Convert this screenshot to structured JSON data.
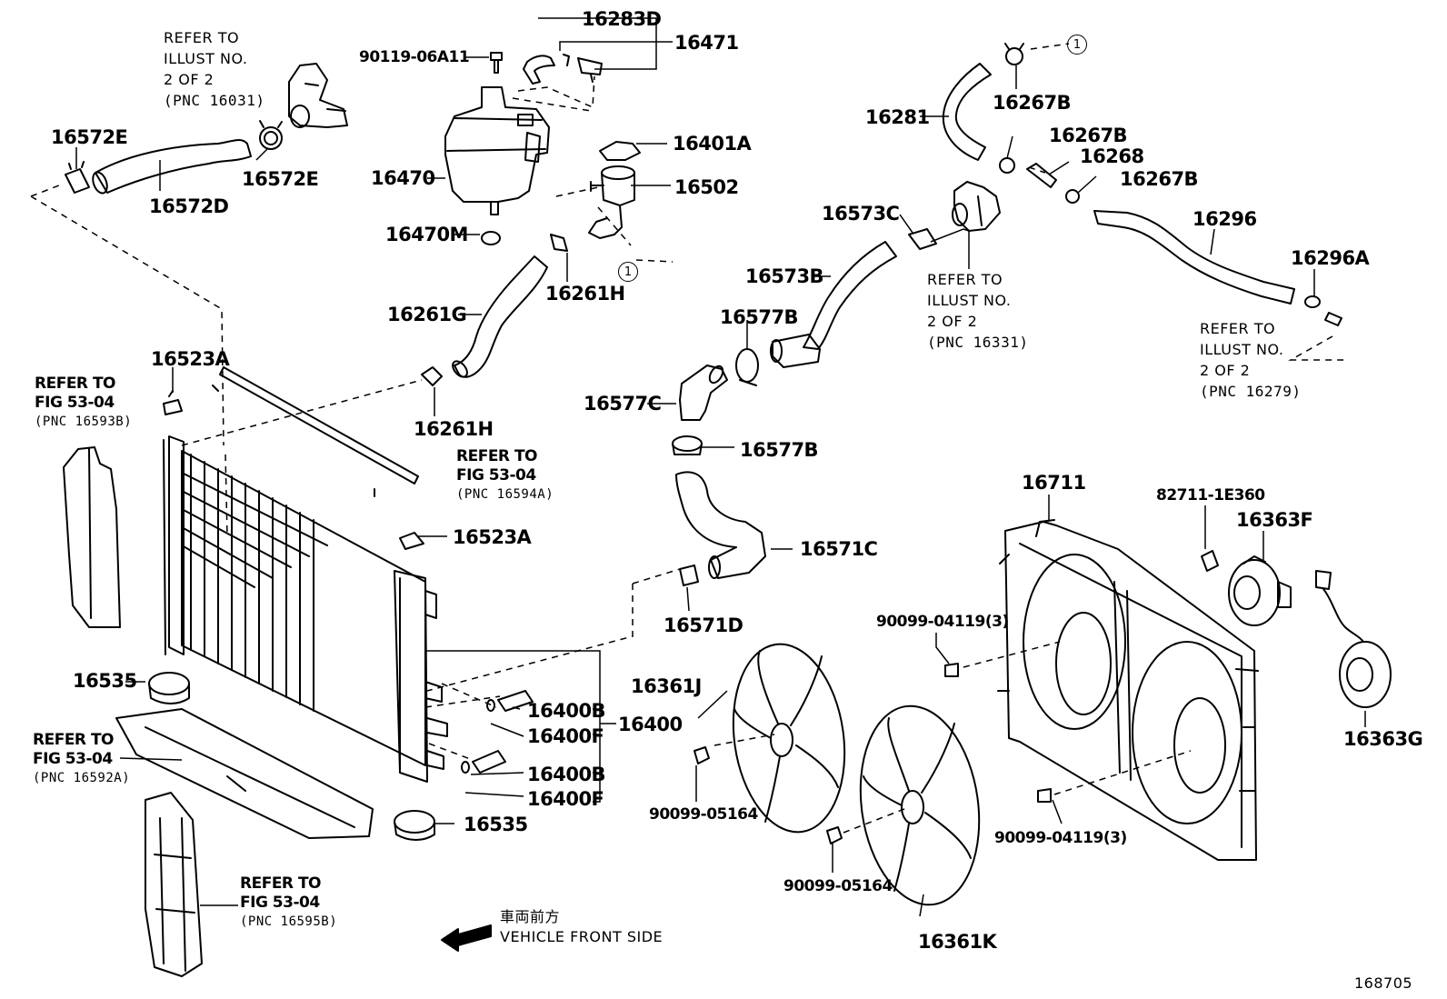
{
  "labels": {
    "l16283d": "16283D",
    "l16471": "16471",
    "l90119": "90119-06A11",
    "l16572e_a": "16572E",
    "l16572e_b": "16572E",
    "l16572d": "16572D",
    "l16470": "16470",
    "l16401a": "16401A",
    "l16502": "16502",
    "l16470m": "16470M",
    "l16261h_a": "16261H",
    "l16261g": "16261G",
    "l16261h_b": "16261H",
    "l16523a_a": "16523A",
    "l16523a_b": "16523A",
    "l16281": "16281",
    "l16267b_a": "16267B",
    "l16267b_b": "16267B",
    "l16268": "16268",
    "l16267b_c": "16267B",
    "l16296": "16296",
    "l16296a": "16296A",
    "l16573c": "16573C",
    "l16573b": "16573B",
    "l16577b_a": "16577B",
    "l16577c": "16577C",
    "l16577b_b": "16577B",
    "l16571c": "16571C",
    "l16571d": "16571D",
    "l16711": "16711",
    "l82711": "82711-1E360",
    "l16363f": "16363F",
    "l90099_04119_a": "90099-04119(3)",
    "l16361j": "16361J",
    "l90099_05164_a": "90099-05164",
    "l16363g": "16363G",
    "l90099_04119_b": "90099-04119(3)",
    "l90099_05164_b": "90099-05164",
    "l16361k": "16361K",
    "l16535_a": "16535",
    "l16535_b": "16535",
    "l16400b_a": "16400B",
    "l16400f_a": "16400F",
    "l16400": "16400",
    "l16400b_b": "16400B",
    "l16400f_b": "16400F",
    "figure_no": "168705"
  },
  "refs": {
    "r16031": [
      "REFER TO",
      "ILLUST NO.",
      "2 OF 2",
      "(PNC 16031)"
    ],
    "r16331": [
      "REFER TO",
      "ILLUST NO.",
      "2 OF 2",
      "(PNC 16331)"
    ],
    "r16279": [
      "REFER TO",
      "ILLUST NO.",
      "2 OF 2",
      "(PNC 16279)"
    ],
    "r16593b": [
      "REFER TO",
      "FIG 53-04",
      "(PNC 16593B)"
    ],
    "r16594a": [
      "REFER TO",
      "FIG 53-04",
      "(PNC 16594A)"
    ],
    "r16592a": [
      "REFER TO",
      "FIG 53-04",
      "(PNC 16592A)"
    ],
    "r16595b": [
      "REFER TO",
      "FIG 53-04",
      "(PNC 16595B)"
    ]
  },
  "front_note": {
    "jp": "車両前方",
    "en": "VEHICLE FRONT SIDE"
  },
  "callout_marker": "1"
}
